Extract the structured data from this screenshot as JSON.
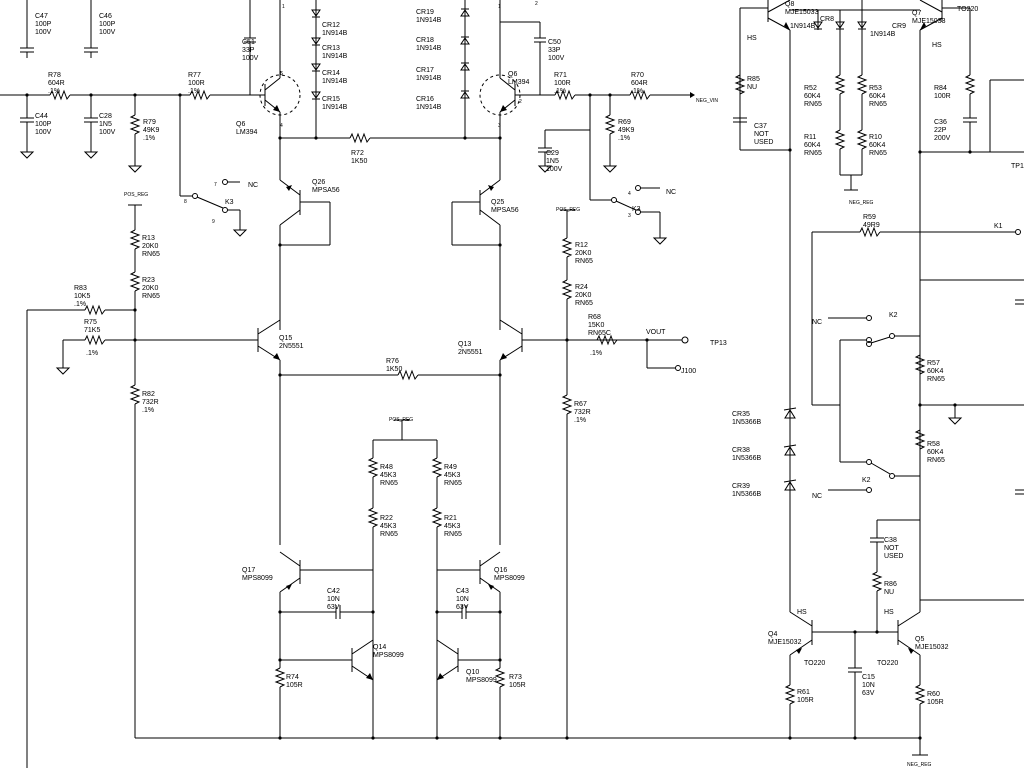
{
  "labels": [
    {
      "id": "c47",
      "lines": [
        "C47",
        "100P",
        "100V"
      ]
    },
    {
      "id": "c46",
      "lines": [
        "C46",
        "100P",
        "100V"
      ]
    },
    {
      "id": "c44",
      "lines": [
        "C44",
        "100P",
        "100V"
      ]
    },
    {
      "id": "c28",
      "lines": [
        "C28",
        "1N5",
        "100V"
      ]
    },
    {
      "id": "r78",
      "lines": [
        "R78",
        "604R",
        ".1%"
      ]
    },
    {
      "id": "r79",
      "lines": [
        "R79",
        "49K9",
        ".1%"
      ]
    },
    {
      "id": "r77",
      "lines": [
        "R77",
        "100R",
        ".1%"
      ]
    },
    {
      "id": "c51",
      "lines": [
        "C51",
        "33P",
        "100V"
      ]
    },
    {
      "id": "q6l",
      "lines": [
        "Q6",
        "LM394"
      ]
    },
    {
      "id": "cr12",
      "lines": [
        "CR12",
        "1N914B"
      ]
    },
    {
      "id": "cr13",
      "lines": [
        "CR13",
        "1N914B"
      ]
    },
    {
      "id": "cr14",
      "lines": [
        "CR14",
        "1N914B"
      ]
    },
    {
      "id": "cr15",
      "lines": [
        "CR15",
        "1N914B"
      ]
    },
    {
      "id": "cr19",
      "lines": [
        "CR19",
        "1N914B"
      ]
    },
    {
      "id": "cr18",
      "lines": [
        "CR18",
        "1N914B"
      ]
    },
    {
      "id": "cr17",
      "lines": [
        "CR17",
        "1N914B"
      ]
    },
    {
      "id": "cr16",
      "lines": [
        "CR16",
        "1N914B"
      ]
    },
    {
      "id": "r72",
      "lines": [
        "R72",
        "1K50"
      ]
    },
    {
      "id": "c50",
      "lines": [
        "C50",
        "33P",
        "100V"
      ]
    },
    {
      "id": "q6r",
      "lines": [
        "Q6",
        "LM394"
      ]
    },
    {
      "id": "r71",
      "lines": [
        "R71",
        "100R",
        ".1%"
      ]
    },
    {
      "id": "r70",
      "lines": [
        "R70",
        "604R",
        ".1%"
      ]
    },
    {
      "id": "negvin",
      "lines": [
        "NEG_VIN"
      ]
    },
    {
      "id": "r69",
      "lines": [
        "R69",
        "49K9",
        ".1%"
      ]
    },
    {
      "id": "c29",
      "lines": [
        "C29",
        "1N5",
        "100V"
      ]
    },
    {
      "id": "q26",
      "lines": [
        "Q26",
        "MPSA56"
      ]
    },
    {
      "id": "q25",
      "lines": [
        "Q25",
        "MPSA56"
      ]
    },
    {
      "id": "posreg1",
      "lines": [
        "POS_REG"
      ]
    },
    {
      "id": "posreg2",
      "lines": [
        "POS_REG"
      ]
    },
    {
      "id": "posreg3",
      "lines": [
        "POS_REG"
      ]
    },
    {
      "id": "nc1",
      "lines": [
        "NC"
      ]
    },
    {
      "id": "nc2",
      "lines": [
        "NC"
      ]
    },
    {
      "id": "k3a",
      "lines": [
        "K3"
      ]
    },
    {
      "id": "k3b",
      "lines": [
        "K3"
      ]
    },
    {
      "id": "r13",
      "lines": [
        "R13",
        "20K0",
        "RN65"
      ]
    },
    {
      "id": "r23",
      "lines": [
        "R23",
        "20K0",
        "RN65"
      ]
    },
    {
      "id": "r12",
      "lines": [
        "R12",
        "20K0",
        "RN65"
      ]
    },
    {
      "id": "r24",
      "lines": [
        "R24",
        "20K0",
        "RN65"
      ]
    },
    {
      "id": "r83",
      "lines": [
        "R83",
        "10K5",
        ".1%"
      ]
    },
    {
      "id": "r75",
      "lines": [
        "R75",
        "71K5"
      ]
    },
    {
      "id": "r75t",
      "lines": [
        ".1%"
      ]
    },
    {
      "id": "q15",
      "lines": [
        "Q15",
        "2N5551"
      ]
    },
    {
      "id": "q13",
      "lines": [
        "Q13",
        "2N5551"
      ]
    },
    {
      "id": "r68",
      "lines": [
        "R68",
        "15K0",
        "RN65C"
      ]
    },
    {
      "id": "r68t",
      "lines": [
        ".1%"
      ]
    },
    {
      "id": "vout",
      "lines": [
        "VOUT"
      ]
    },
    {
      "id": "tp13",
      "lines": [
        "TP13"
      ]
    },
    {
      "id": "j100",
      "lines": [
        "J100"
      ]
    },
    {
      "id": "r76",
      "lines": [
        "R76",
        "1K50"
      ]
    },
    {
      "id": "r82",
      "lines": [
        "R82",
        "732R",
        ".1%"
      ]
    },
    {
      "id": "r67",
      "lines": [
        "R67",
        "732R",
        ".1%"
      ]
    },
    {
      "id": "r48",
      "lines": [
        "R48",
        "45K3",
        "RN65"
      ]
    },
    {
      "id": "r49",
      "lines": [
        "R49",
        "45K3",
        "RN65"
      ]
    },
    {
      "id": "r22",
      "lines": [
        "R22",
        "45K3",
        "RN65"
      ]
    },
    {
      "id": "r21",
      "lines": [
        "R21",
        "45K3",
        "RN65"
      ]
    },
    {
      "id": "q17",
      "lines": [
        "Q17",
        "MPS8099"
      ]
    },
    {
      "id": "q16",
      "lines": [
        "Q16",
        "MPS8099"
      ]
    },
    {
      "id": "c42",
      "lines": [
        "C42",
        "10N",
        "63V"
      ]
    },
    {
      "id": "c43",
      "lines": [
        "C43",
        "10N",
        "63V"
      ]
    },
    {
      "id": "q14",
      "lines": [
        "Q14",
        "MPS8099"
      ]
    },
    {
      "id": "q10",
      "lines": [
        "Q10",
        "MPS8099"
      ]
    },
    {
      "id": "r74",
      "lines": [
        "R74",
        "105R"
      ]
    },
    {
      "id": "r73",
      "lines": [
        "R73",
        "105R"
      ]
    },
    {
      "id": "q8",
      "lines": [
        "Q8",
        "MJE15033"
      ]
    },
    {
      "id": "cr8",
      "lines": [
        "CR8"
      ]
    },
    {
      "id": "n914a",
      "lines": [
        "1N914B"
      ]
    },
    {
      "id": "cr9",
      "lines": [
        "CR9"
      ]
    },
    {
      "id": "n914b",
      "lines": [
        "1N914B"
      ]
    },
    {
      "id": "q7",
      "lines": [
        "Q7",
        "MJE15033"
      ]
    },
    {
      "id": "to220a",
      "lines": [
        "TO220"
      ]
    },
    {
      "id": "hs1",
      "lines": [
        "HS"
      ]
    },
    {
      "id": "hs2",
      "lines": [
        "HS"
      ]
    },
    {
      "id": "r85",
      "lines": [
        "R85",
        "NU"
      ]
    },
    {
      "id": "c37",
      "lines": [
        "C37",
        "NOT",
        "USED"
      ]
    },
    {
      "id": "r52",
      "lines": [
        "R52",
        "60K4",
        "RN65"
      ]
    },
    {
      "id": "r53",
      "lines": [
        "R53",
        "60K4",
        "RN65"
      ]
    },
    {
      "id": "r11",
      "lines": [
        "R11",
        "60K4",
        "RN65"
      ]
    },
    {
      "id": "r10",
      "lines": [
        "R10",
        "60K4",
        "RN65"
      ]
    },
    {
      "id": "negreg1",
      "lines": [
        "NEG_REG"
      ]
    },
    {
      "id": "r84",
      "lines": [
        "R84",
        "100R"
      ]
    },
    {
      "id": "c36",
      "lines": [
        "C36",
        "22P",
        "200V"
      ]
    },
    {
      "id": "tp1",
      "lines": [
        "TP1"
      ]
    },
    {
      "id": "r59",
      "lines": [
        "R59",
        "49R9"
      ]
    },
    {
      "id": "k1",
      "lines": [
        "K1"
      ]
    },
    {
      "id": "k2a",
      "lines": [
        "K2"
      ]
    },
    {
      "id": "k2b",
      "lines": [
        "K2"
      ]
    },
    {
      "id": "nc3",
      "lines": [
        "NC"
      ]
    },
    {
      "id": "nc4",
      "lines": [
        "NC"
      ]
    },
    {
      "id": "r57",
      "lines": [
        "R57",
        "60K4",
        "RN65"
      ]
    },
    {
      "id": "r58",
      "lines": [
        "R58",
        "60K4",
        "RN65"
      ]
    },
    {
      "id": "cr35",
      "lines": [
        "CR35",
        "1N5366B"
      ]
    },
    {
      "id": "cr38",
      "lines": [
        "CR38",
        "1N5366B"
      ]
    },
    {
      "id": "cr39",
      "lines": [
        "CR39",
        "1N5366B"
      ]
    },
    {
      "id": "c38",
      "lines": [
        "C38",
        "NOT",
        "USED"
      ]
    },
    {
      "id": "r86",
      "lines": [
        "R86",
        "NU"
      ]
    },
    {
      "id": "hs3",
      "lines": [
        "HS"
      ]
    },
    {
      "id": "hs4",
      "lines": [
        "HS"
      ]
    },
    {
      "id": "q4",
      "lines": [
        "Q4",
        "MJE15032"
      ]
    },
    {
      "id": "q5",
      "lines": [
        "Q5",
        "MJE15032"
      ]
    },
    {
      "id": "to220b",
      "lines": [
        "TO220"
      ]
    },
    {
      "id": "to220c",
      "lines": [
        "TO220"
      ]
    },
    {
      "id": "c15",
      "lines": [
        "C15",
        "10N",
        "63V"
      ]
    },
    {
      "id": "r61",
      "lines": [
        "R61",
        "105R"
      ]
    },
    {
      "id": "r60",
      "lines": [
        "R60",
        "105R"
      ]
    },
    {
      "id": "negreg2",
      "lines": [
        "NEG_REG"
      ]
    }
  ],
  "pins": [
    "5",
    "6",
    "4",
    "1",
    "2",
    "3",
    "7",
    "8",
    "9",
    "1",
    "2",
    "3",
    "4"
  ]
}
